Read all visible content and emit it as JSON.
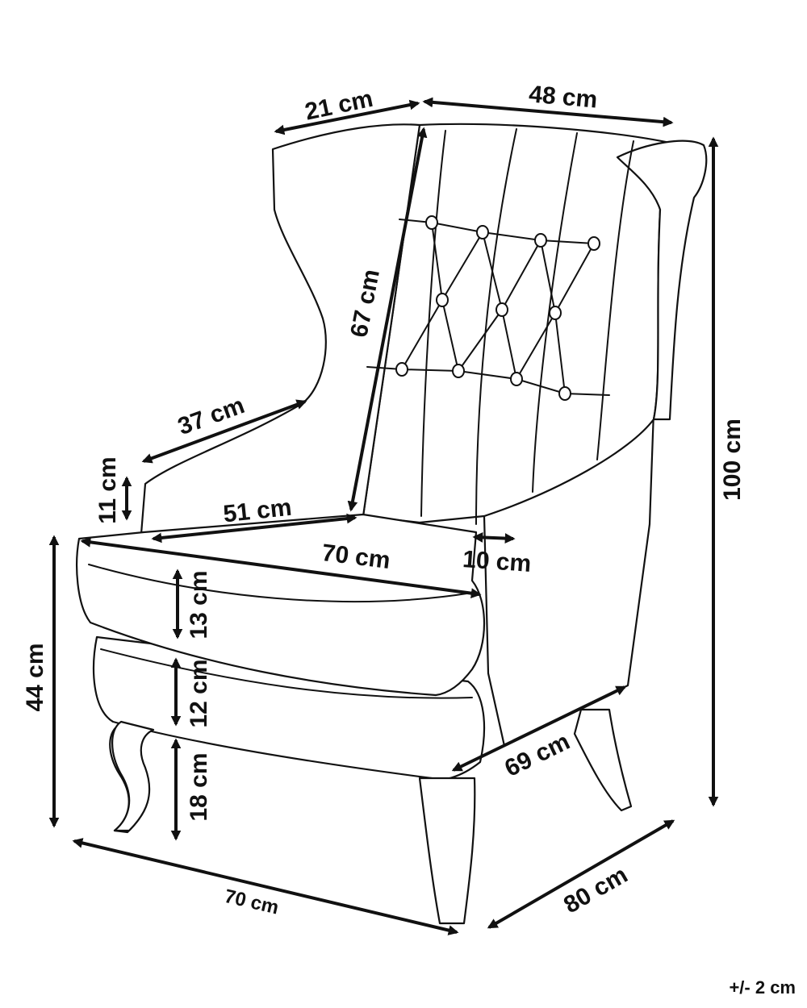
{
  "dimensions": {
    "side_wing_depth": "21 cm",
    "back_width": "48 cm",
    "total_height": "100 cm",
    "backrest_height": "67 cm",
    "arm_length": "37 cm",
    "arm_height": "11 cm",
    "seat_depth": "51 cm",
    "seat_width": "70 cm",
    "arm_width": "10 cm",
    "cushion_height": "13 cm",
    "frame_height": "12 cm",
    "leg_height": "18 cm",
    "seat_height": "44 cm",
    "side_depth": "69 cm",
    "total_width": "70 cm",
    "total_depth": "80 cm"
  },
  "tolerance": "+/- 2 cm"
}
